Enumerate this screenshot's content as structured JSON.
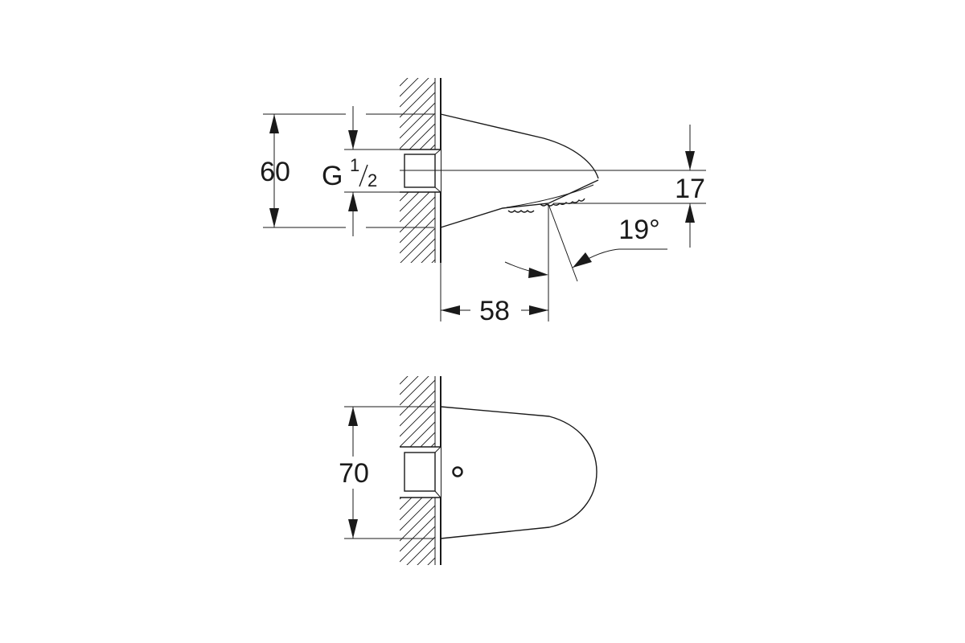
{
  "dimensions": {
    "height_side": "60",
    "thread_prefix": "G",
    "thread_numerator": "1",
    "thread_denominator": "2",
    "nozzle_offset": "17",
    "spray_angle": "19°",
    "projection": "58",
    "height_front": "70"
  },
  "colors": {
    "line": "#1a1a1a",
    "background": "#ffffff"
  }
}
